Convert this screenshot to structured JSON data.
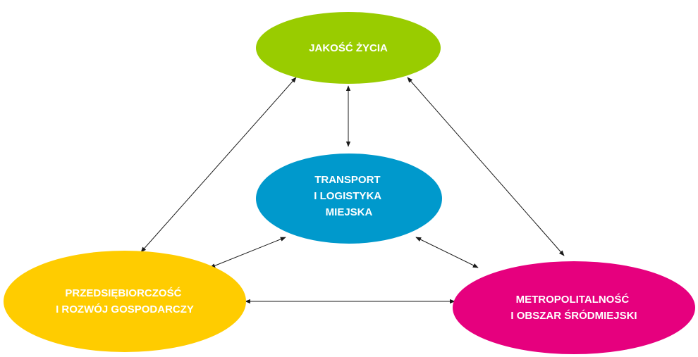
{
  "nodes": {
    "quality_of_life": {
      "lines": [
        "JAKOŚĆ ŻYCIA"
      ],
      "color": "#99cc00"
    },
    "transport": {
      "lines": [
        "TRANSPORT",
        "I LOGISTYKA",
        "MIEJSKA"
      ],
      "color": "#0099cc"
    },
    "entrepreneurship": {
      "lines": [
        "PRZEDSIĘBIORCZOŚĆ",
        "I ROZWÓJ GOSPODARCZY"
      ],
      "color": "#ffcc00"
    },
    "metropolitan": {
      "lines": [
        "METROPOLITALNOŚĆ",
        "I OBSZAR ŚRÓDMIEJSKI"
      ],
      "color": "#e6007e"
    }
  },
  "connections": [
    [
      "quality_of_life",
      "transport"
    ],
    [
      "quality_of_life",
      "entrepreneurship"
    ],
    [
      "quality_of_life",
      "metropolitan"
    ],
    [
      "transport",
      "entrepreneurship"
    ],
    [
      "transport",
      "metropolitan"
    ],
    [
      "entrepreneurship",
      "metropolitan"
    ]
  ]
}
